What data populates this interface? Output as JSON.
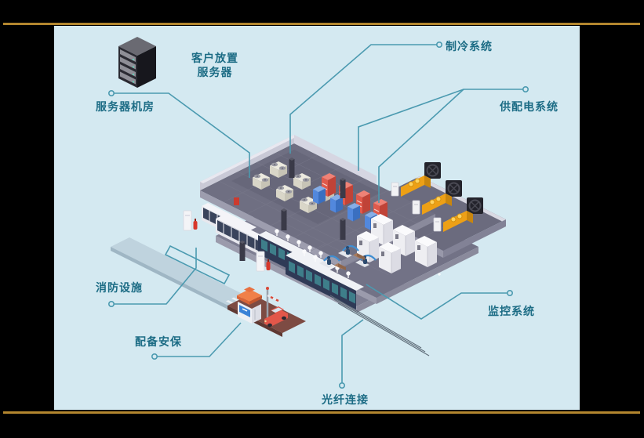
{
  "frame": {
    "background": "#000000",
    "has_top_rule": true,
    "has_bottom_rule": true
  },
  "colors": {
    "rule-gold": "#b3862e",
    "panel-bg": "#d4e9f1",
    "label-text": "#1c6c85",
    "leader-line": "#4b9ab0"
  },
  "callouts": {
    "customer": {
      "line1": "客户放置",
      "line2": "服务器"
    },
    "server_room": "服务器机房",
    "cooling": "制冷系统",
    "power": "供配电系统",
    "fire": "消防设施",
    "security": "配备安保",
    "monitoring": "监控系统",
    "fiber": "光纤连接"
  },
  "illustration": {
    "icons": [
      "server-rack-tower-icon",
      "cooling-units-icon",
      "ups-racks-icon",
      "diesel-generators-icon",
      "power-cabinets-icon",
      "server-rack-rows-icon",
      "monitoring-stations-icon",
      "fire-extinguisher-icon",
      "guard-booth-icon",
      "barrier-gate-icon",
      "car-icon",
      "walkway-icon",
      "fiber-cables-icon"
    ]
  }
}
